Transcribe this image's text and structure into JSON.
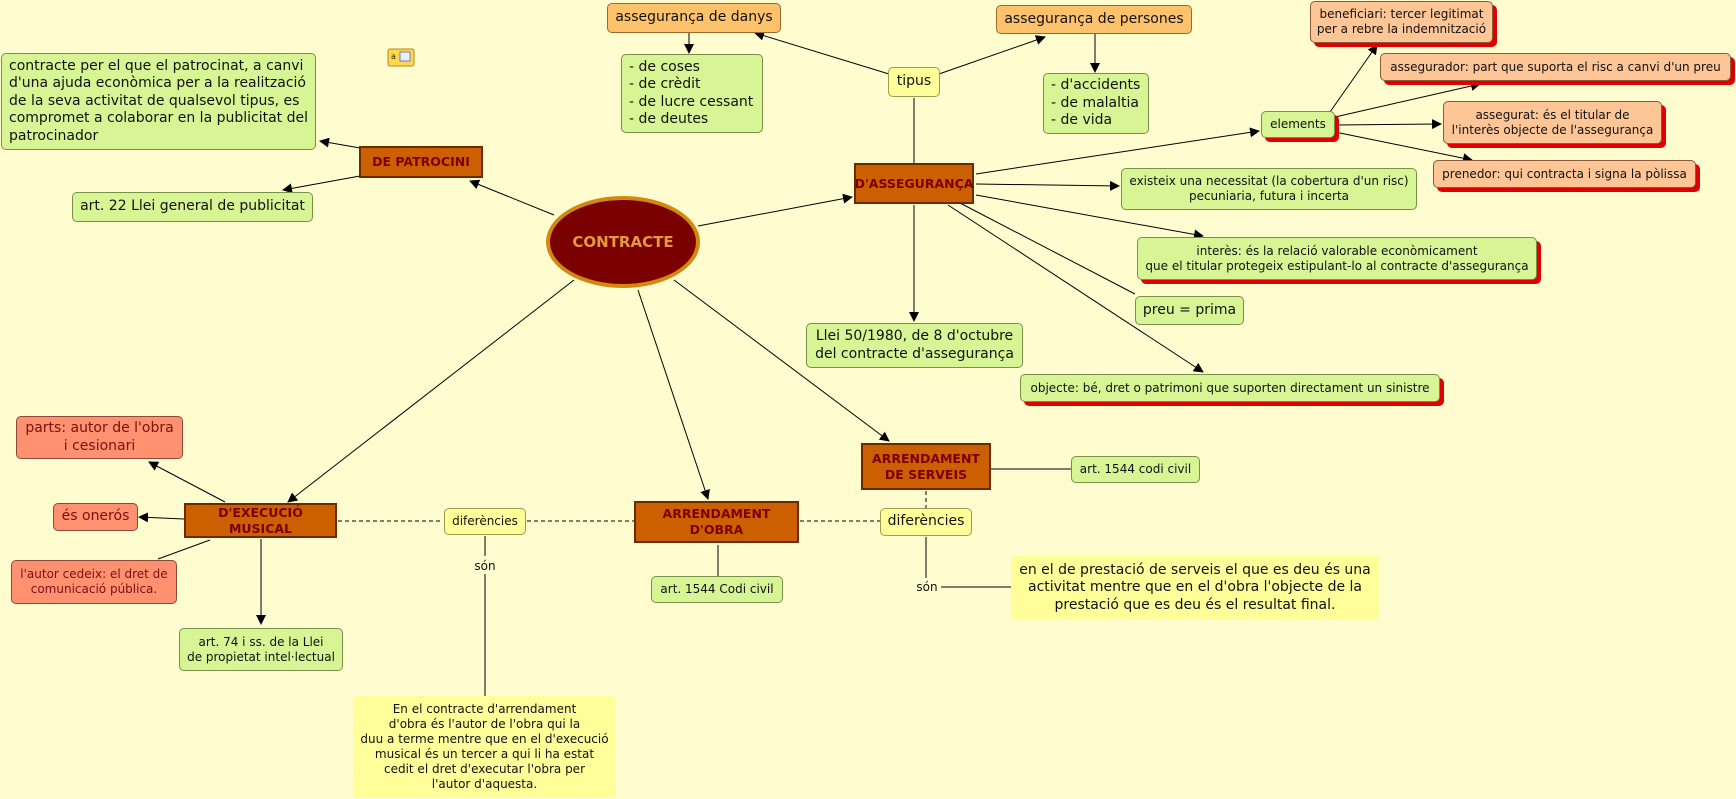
{
  "map": {
    "center": "CONTRACTE",
    "patrocini": "DE PATROCINI",
    "patrocini_def": "contracte per el que el patrocinat, a canvi\nd'una ajuda econòmica per a la realització\nde la seva activitat de qualsevol tipus, es\ncompromet a colaborar en la publicitat del\npatrocinador",
    "patrocini_law": "art. 22 Llei general de publicitat",
    "assegurança": "D'ASSEGURANÇA",
    "tipus": "tipus",
    "danys": "assegurança de danys",
    "danys_list": "- de coses\n- de crèdit\n- de lucre cessant\n- de deutes",
    "persones": "assegurança de persones",
    "persones_list": "- d'accidents\n- de malaltia\n- de vida",
    "elements": "elements",
    "beneficiari": "beneficiari: tercer legitimat\nper a rebre la indemnització",
    "assegurador": "assegurador: part que suporta el risc a canvi d'un preu",
    "assegurat": "assegurat: és el titular de\nl'interès objecte de l'assegurança",
    "prenedor": "prenedor: qui contracta i signa la pòlissa",
    "necessitat": "existeix una necessitat (la cobertura d'un risc)\npecuniaria, futura i incerta",
    "interes": "interès: és la relació valorable econòmicament\nque el titular protegeix estipulant-lo al contracte d'assegurança",
    "preu": "preu = prima",
    "llei50": "Llei 50/1980, de 8 d'octubre\ndel contracte d'assegurança",
    "objecte": "objecte: bé, dret o patrimoni que suporten directament un sinistre",
    "serveis": "ARRENDAMENT\nDE SERVEIS",
    "serveis_law": "art. 1544 codi civil",
    "obra": "ARRENDAMENT D'OBRA",
    "obra_law": "art. 1544 Codi civil",
    "musical": "D'EXECUCIÓ MUSICAL",
    "parts": "parts: autor de l'obra\ni cesionari",
    "oneros": "és onerós",
    "autor_cedeix": "l'autor cedeix: el dret de\ncomunicació pública.",
    "art74": "art. 74 i ss. de la Llei\nde propietat intel·lectual",
    "diferencies1": "diferències",
    "son1": "són",
    "diff_musical": "En el contracte d'arrendament\nd'obra és l'autor de l'obra qui la\nduu a terme mentre que en el d'execució\nmusical és un tercer a qui li ha estat\ncedit el dret d'executar l'obra per\nl'autor d'aquesta.",
    "diferencies2": "diferències",
    "son2": "són",
    "diff_serveis": "en el de prestació de serveis el que es deu és una\nactivitat mentre que en el d'obra l'objecte de la\nprestació que es deu és el resultat final."
  },
  "colors": {
    "background": "#fffdd0",
    "main_node": "#cc5f00",
    "center": "#7a0000",
    "concept_green": "#d7f594",
    "concept_salmon": "#fec696",
    "concept_red": "#ff9070",
    "linking_yellow": "#ffff99",
    "shadow": "#e00000"
  }
}
